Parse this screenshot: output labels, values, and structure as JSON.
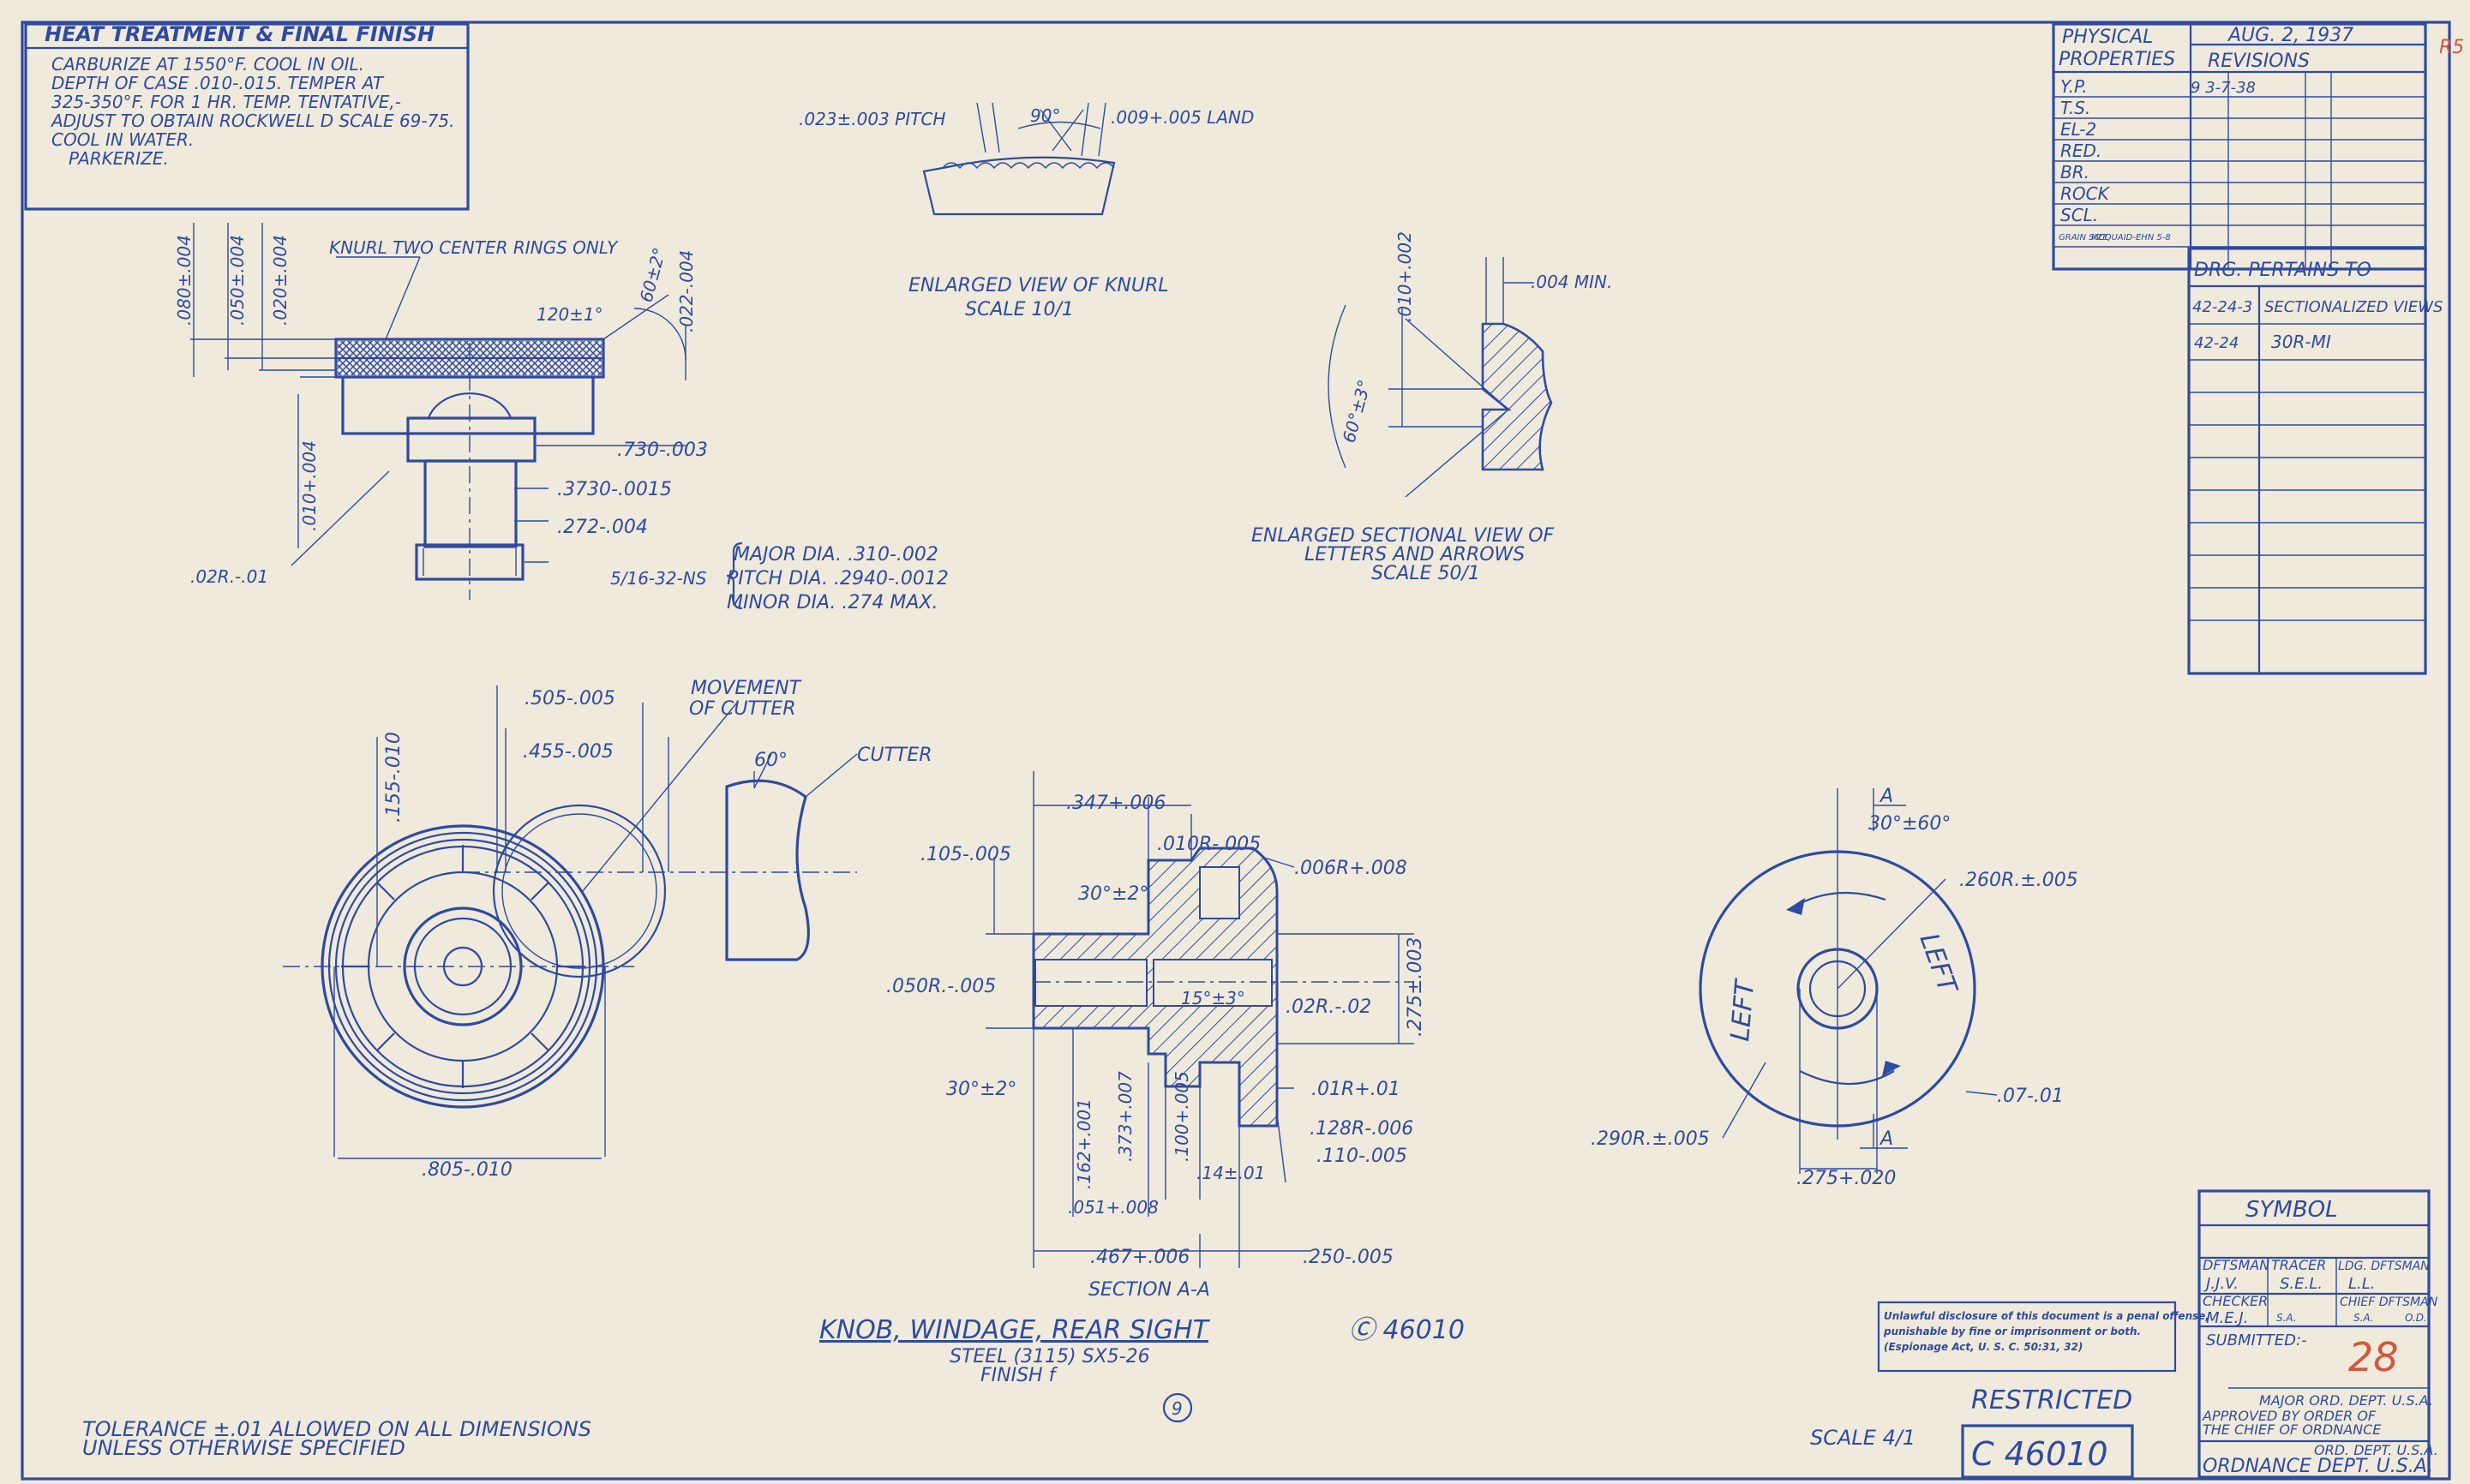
{
  "colors": {
    "paper": "#efeadb",
    "ink": "#2f4aa0",
    "stamp_red": "#d2563f"
  },
  "heat_treatment": {
    "title": "HEAT TREATMENT & FINAL FINISH",
    "lines": [
      "CARBURIZE AT 1550°F.      COOL IN OIL.",
      "DEPTH OF CASE .010-.015.    TEMPER AT",
      "325-350°F. FOR 1 HR. TEMP. TENTATIVE,-",
      "ADJUST TO OBTAIN ROCKWELL D SCALE 69-75.",
      "COOL IN WATER.",
      "PARKERIZE."
    ]
  },
  "properties": {
    "header": [
      "PHYSICAL",
      "PROPERTIES"
    ],
    "date": "AUG. 2, 1937",
    "revisions_label": "REVISIONS",
    "rows": [
      "Y.P.",
      "T.S.",
      "EL-2",
      "RED.",
      "BR.",
      "ROCK",
      "SCL."
    ],
    "grain_size": "GRAIN SIZE",
    "grain_value": "MCQUAID-EHN 5-8",
    "revision_entry": "9 3-7-38"
  },
  "pertains": {
    "title": "DRG. PERTAINS TO",
    "rows": [
      {
        "code": "42-24-3",
        "desc": "SECTIONALIZED VIEWS"
      },
      {
        "code": "42-24",
        "desc": "30R-MI"
      }
    ]
  },
  "knurl": {
    "pitch": ".023±.003 PITCH",
    "angle": "90°",
    "land": ".009+.005 LAND",
    "caption": "ENLARGED VIEW OF KNURL",
    "scale": "SCALE 10/1"
  },
  "side_view": {
    "knurl_note": "KNURL TWO CENTER RINGS ONLY",
    "dims": [
      ".080±.004",
      ".050±.004",
      ".020±.004",
      "120±1°",
      "60±2°",
      ".022-.004",
      ".730-.003",
      ".3730-.0015",
      ".272-.004",
      ".010+.004",
      ".02R.-.01"
    ],
    "thread": "5/16-32-NS",
    "thread_specs": [
      "MAJOR DIA.  .310-.002",
      "PITCH DIA.   .2940-.0012",
      "MINOR DIA.   .274 MAX."
    ]
  },
  "letters_view": {
    "dims": [
      ".010+.002",
      ".004 MIN.",
      "60°±3°"
    ],
    "caption": [
      "ENLARGED SECTIONAL VIEW OF",
      "LETTERS AND ARROWS",
      "SCALE 50/1"
    ]
  },
  "front_view": {
    "dims": [
      ".505-.005",
      ".455-.005",
      ".155-.010",
      "60°",
      ".805-.010"
    ],
    "movement": [
      "MOVEMENT",
      "OF CUTTER"
    ],
    "cutter": "CUTTER"
  },
  "section": {
    "dims": [
      ".347+.006",
      ".010R-.005",
      ".006R+.008",
      ".105-.005",
      "30°±2°",
      ".050R.-.005",
      "15°±3°",
      ".02R.-.02",
      ".275±.003",
      "30°±2°",
      ".01R+.01",
      ".128R-.006",
      ".110-.005",
      ".162+.001",
      ".373+.007",
      ".100+.005",
      ".14±.01",
      ".051+.008",
      ".467+.006",
      ".250-.005"
    ],
    "caption": "SECTION A-A"
  },
  "dial_view": {
    "dims": [
      "A",
      "30°±60°",
      ".260R.±.005",
      ".07-.01",
      ".290R.±.005",
      ".275+.020",
      "A"
    ],
    "letters": [
      "LEFT",
      "LEFT"
    ]
  },
  "title_block": {
    "part_name": "KNOB, WINDAGE, REAR SIGHT",
    "part_code": "Ⓒ 46010",
    "material": "STEEL (3115) SX5-26",
    "finish": "FINISH f",
    "circle_num": "9",
    "tolerance": [
      "TOLERANCE ±.01 ALLOWED ON ALL DIMENSIONS",
      "UNLESS OTHERWISE SPECIFIED"
    ],
    "warning": [
      "Unlawful disclosure of this document is a penal offense,",
      "punishable by fine or imprisonment or both.",
      "(Espionage Act, U. S. C. 50:31, 32)"
    ],
    "restricted": "RESTRICTED",
    "scale": "SCALE 4/1",
    "drawing_number": "C 46010",
    "symbol": "SYMBOL",
    "signatures": {
      "dftsman": "DFTSMAN",
      "dftsman_init": "J.J.V.",
      "tracer": "TRACER",
      "tracer_init": "S.E.L.",
      "ldg_dftsman": "LDG. DFTSMAN",
      "ldg_init": "L.L.",
      "checker": "CHECKER",
      "checker_init": "M.E.J.",
      "chief": "CHIEF DFTSMAN",
      "sa1": "S.A.",
      "sa2": "S.A.",
      "sa3": "O.D."
    },
    "submitted": "SUBMITTED:-",
    "red_number": "28",
    "major": "MAJOR ORD. DEPT. U.S.A.",
    "approved": [
      "APPROVED BY ORDER OF",
      "THE CHIEF OF ORDNANCE"
    ],
    "ord_dept": "ORD. DEPT. U.S.A.",
    "ordnance_dept": "ORDNANCE DEPT. U.S.A.",
    "corner_stamp": "R5"
  }
}
